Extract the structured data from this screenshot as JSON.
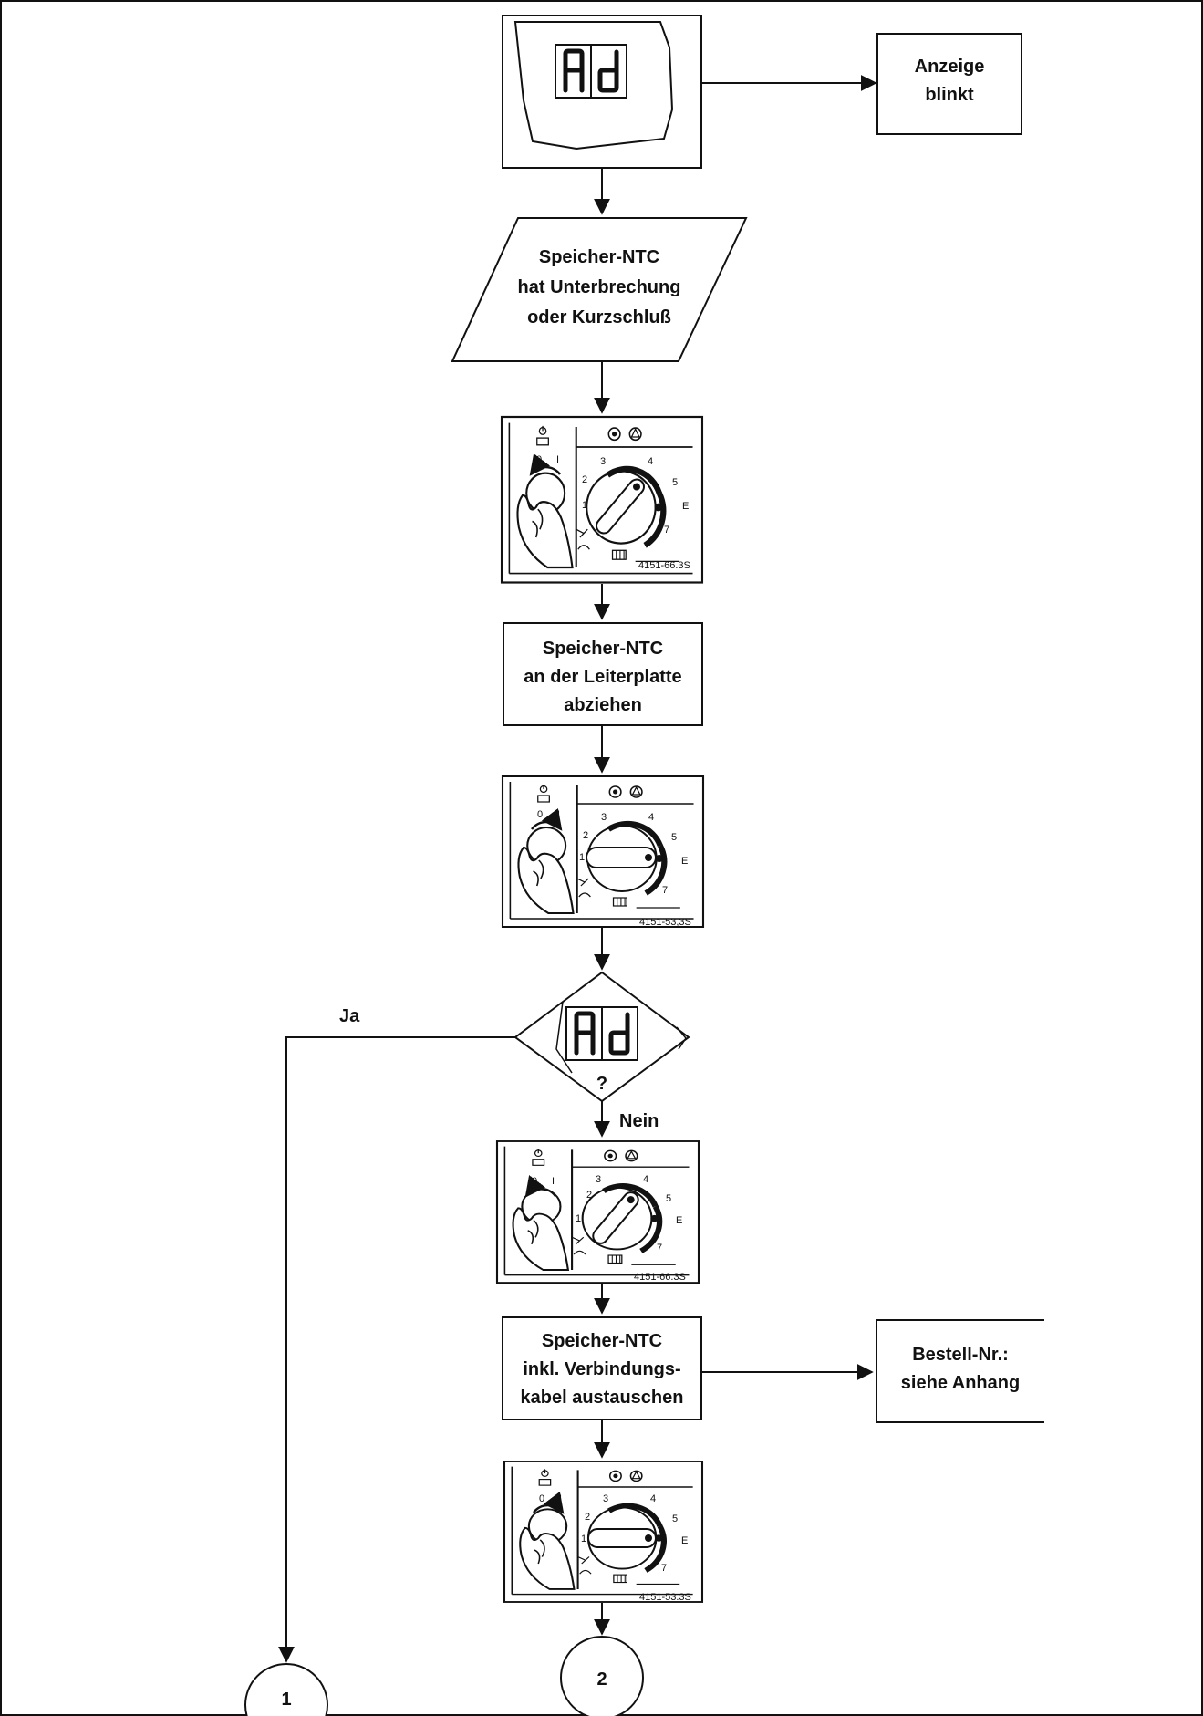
{
  "display_code": "Ad",
  "nodes": {
    "start_display": {
      "code": "Ad"
    },
    "anzeige": {
      "lines": [
        "Anzeige",
        "blinkt"
      ]
    },
    "fault": {
      "lines": [
        "Speicher-NTC",
        "hat Unterbrechung",
        "oder Kurzschluß"
      ]
    },
    "step_pull": {
      "lines": [
        "Speicher-NTC",
        "an der Leiterplatte",
        "abziehen"
      ]
    },
    "decision": {
      "code": "Ad",
      "question": "?",
      "yes_label": "Ja",
      "no_label": "Nein"
    },
    "step_replace": {
      "lines": [
        "Speicher-NTC",
        "inkl. Verbindungs-",
        "kabel austauschen"
      ]
    },
    "order": {
      "lines": [
        "Bestell-Nr.:",
        "siehe Anhang"
      ]
    },
    "connector_1": {
      "label": "1"
    },
    "connector_2": {
      "label": "2"
    }
  },
  "panels": [
    {
      "ref": "4151-66.3S",
      "state": "off"
    },
    {
      "ref": "4151-53,3S",
      "state": "on"
    },
    {
      "ref": "4151-66.3S",
      "state": "off"
    },
    {
      "ref": "4151-53.3S",
      "state": "on"
    }
  ],
  "panel_common": {
    "switch_labels": [
      "0",
      "I"
    ],
    "dial_numbers": [
      "1",
      "2",
      "3",
      "4",
      "5",
      "E",
      "7"
    ]
  }
}
